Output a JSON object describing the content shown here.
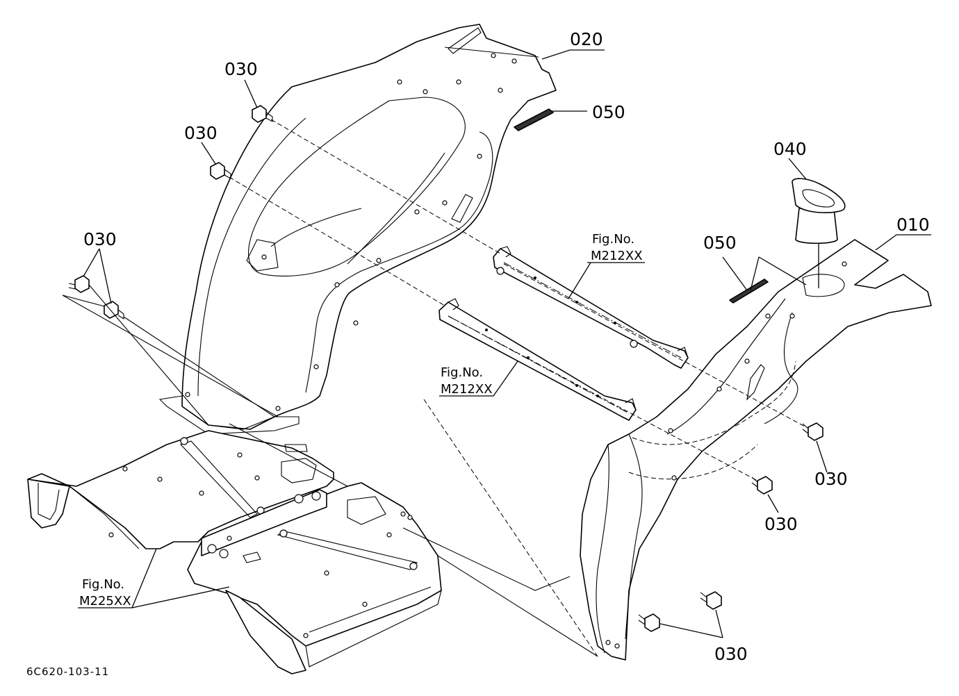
{
  "labels": {
    "l020": "020",
    "l050_top": "050",
    "l030_a": "030",
    "l030_b": "030",
    "l030_c": "030",
    "l040": "040",
    "l010": "010",
    "l050_right": "050",
    "l030_d": "030",
    "l030_e": "030",
    "l030_f": "030"
  },
  "figrefs": {
    "upper": {
      "prefix": "Fig.No.",
      "number": "M212XX"
    },
    "middle": {
      "prefix": "Fig.No.",
      "number": "M212XX"
    },
    "lower": {
      "prefix": "Fig.No.",
      "number": "M225XX"
    }
  },
  "drawing_code": "6C620-103-11"
}
